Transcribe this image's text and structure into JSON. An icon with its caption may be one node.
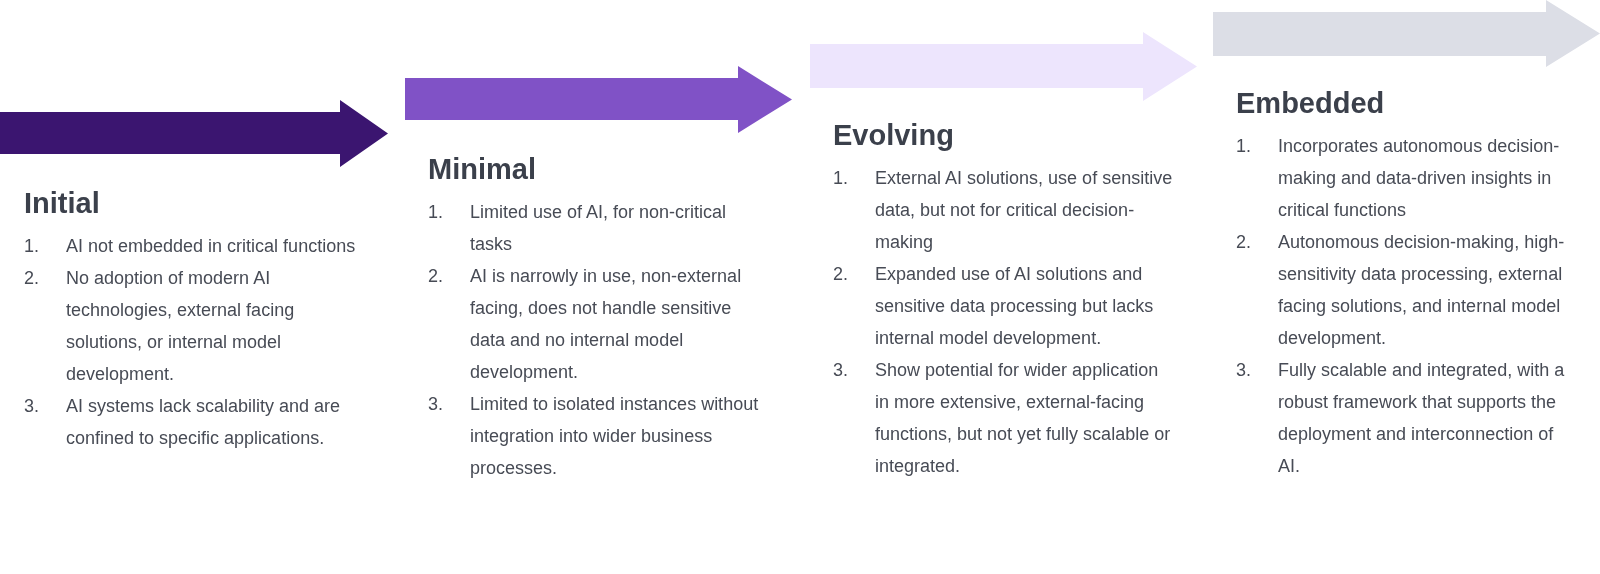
{
  "diagram": {
    "nodes": [
      {
        "text": [
          "Initial",
          "1.",
          "AI not embedded in critical functions",
          "2.",
          "No adoption of modern AI technologies, external facing solutions, or internal model development.",
          "3.",
          "AI systems lack scalability and are confined to specific applications."
        ]
      },
      {
        "text": [
          "Minimal",
          "1.",
          "Limited use of AI, for non-critical tasks",
          "2.",
          "AI is narrowly in use, non-external facing, does not handle sensitive data and no internal model development.",
          "3.",
          "Limited to isolated instances without integration into wider business processes."
        ]
      },
      {
        "text": [
          "Evolving",
          "1.",
          "External AI solutions, use of sensitive data, but not for critical decision-making",
          "2.",
          "Expanded use of AI solutions and sensitive data processing but lacks internal model development.",
          "3.",
          "Show potential for wider application in more extensive, external-facing functions, but not yet fully scalable or integrated."
        ]
      },
      {
        "text": [
          "Embedded",
          "1.",
          "Incorporates autonomous decision-making and data-driven insights in critical functions",
          "2.",
          "Autonomous decision-making, high-sensitivity data processing, external facing solutions, and internal model development.",
          "3.",
          "Fully scalable and integrated, with a robust framework that supports the deployment and interconnection of AI."
        ]
      }
    ]
  }
}
